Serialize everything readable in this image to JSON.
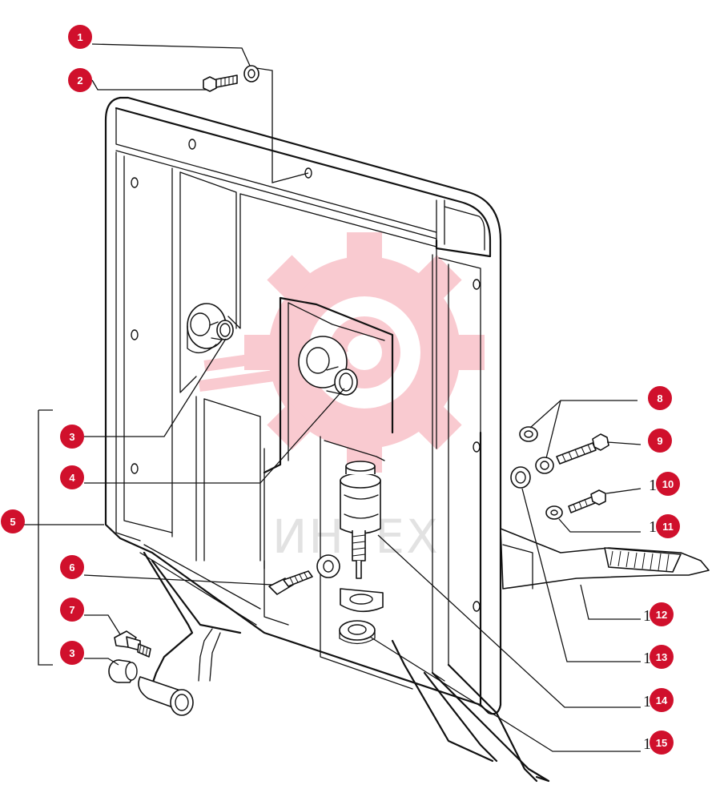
{
  "watermark": {
    "text": "ИНТЕХ",
    "color": "#e8112d"
  },
  "badge_color": "#d0102c",
  "callouts": [
    {
      "id": "callout-1",
      "label": "1"
    },
    {
      "id": "callout-2",
      "label": "2"
    },
    {
      "id": "callout-3a",
      "label": "3"
    },
    {
      "id": "callout-4",
      "label": "4"
    },
    {
      "id": "callout-5",
      "label": "5"
    },
    {
      "id": "callout-6",
      "label": "6"
    },
    {
      "id": "callout-7",
      "label": "7"
    },
    {
      "id": "callout-3b",
      "label": "3"
    },
    {
      "id": "callout-8",
      "label": "8"
    },
    {
      "id": "callout-9",
      "label": "9"
    },
    {
      "id": "callout-10",
      "label": "10"
    },
    {
      "id": "callout-11",
      "label": "11"
    },
    {
      "id": "callout-12",
      "label": "12"
    },
    {
      "id": "callout-13",
      "label": "13"
    },
    {
      "id": "callout-14",
      "label": "14"
    },
    {
      "id": "callout-15",
      "label": "15"
    }
  ],
  "stub_digit": "1"
}
